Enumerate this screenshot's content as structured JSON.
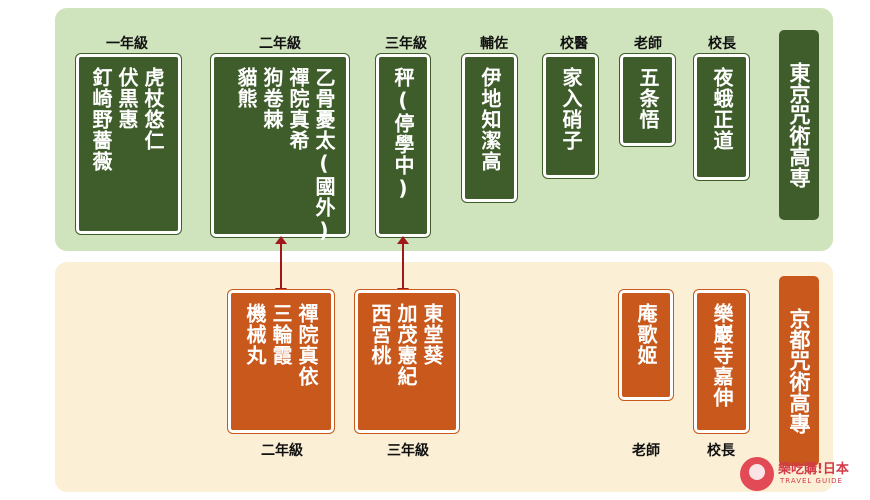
{
  "tokyo": {
    "school_name": "東京咒術高専",
    "groups": [
      {
        "label": "一年級",
        "columns": [
          "虎杖悠仁",
          "伏黒惠",
          "釘崎野薔薇"
        ]
      },
      {
        "label": "二年級",
        "columns": [
          "乙骨憂太(國外)",
          "禪院真希",
          "狗卷棘",
          "貓熊"
        ]
      },
      {
        "label": "三年級",
        "columns": [
          "秤(停學中)"
        ]
      },
      {
        "label": "輔佐",
        "columns": [
          "伊地知潔高"
        ]
      },
      {
        "label": "校醫",
        "columns": [
          "家入硝子"
        ]
      },
      {
        "label": "老師",
        "columns": [
          "五条悟"
        ]
      },
      {
        "label": "校長",
        "columns": [
          "夜蛾正道"
        ]
      }
    ]
  },
  "kyoto": {
    "school_name": "京都咒術高專",
    "groups": [
      {
        "label": "二年級",
        "columns": [
          "禪院真依",
          "三輪霞",
          "機械丸"
        ]
      },
      {
        "label": "三年級",
        "columns": [
          "東堂葵",
          "加茂憲紀",
          "西宮桃"
        ]
      },
      {
        "label": "老師",
        "columns": [
          "庵歌姬"
        ]
      },
      {
        "label": "校長",
        "columns": [
          "樂巖寺嘉伸"
        ]
      }
    ]
  },
  "logo": {
    "name": "樂吃購!日本",
    "subtitle": "TRAVEL GUIDE"
  },
  "colors": {
    "tokyo_bg": "#cfe3bd",
    "tokyo_box": "#3f5d2a",
    "kyoto_bg": "#fbf0d6",
    "kyoto_box": "#c8581b",
    "arrow": "#a01818"
  }
}
